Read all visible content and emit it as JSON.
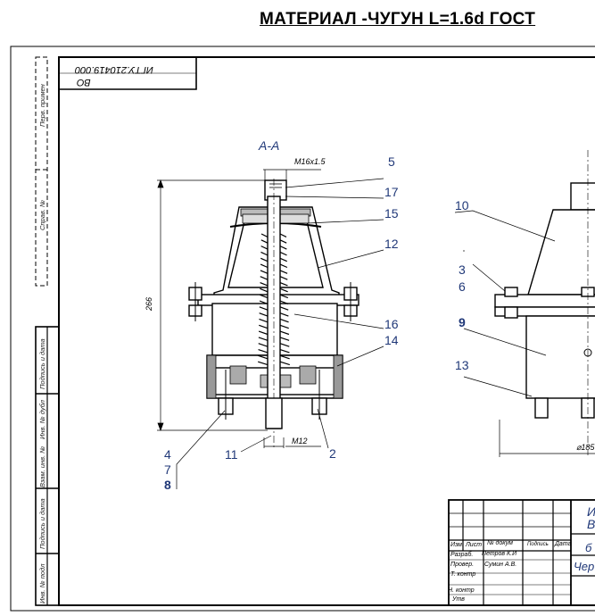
{
  "title": "МАТЕРИАЛ -ЧУГУН  L=1.6d  ГОСТ",
  "doc_code": {
    "code": "ИГТУ.210419.000",
    "sub": "ВО"
  },
  "section_label": "А-А",
  "dimensions": {
    "thread_top": "M16x1.5",
    "height": "266",
    "thread_bottom": "M12",
    "diameter": "⌀185"
  },
  "callouts": {
    "p5": "5",
    "p17": "17",
    "p15": "15",
    "p12": "12",
    "p16": "16",
    "p14": "14",
    "p2": "2",
    "p11": "11",
    "p4": "4",
    "p7": "7",
    "p8": "8",
    "p10": "10",
    "p3": "3",
    "p6": "6",
    "p9": "9",
    "p13": "13"
  },
  "side_strip": {
    "perv": "Перв. примен",
    "sprav": "Справ. №",
    "podp1": "Подпись и дата",
    "inv_dubl": "Инв. № дубл",
    "vzam": "Взам. инв. №",
    "podp2": "Подпись и дата",
    "inv_podl": "Инв. № подл"
  },
  "title_block": {
    "izm": "Изм.",
    "list": "Лист",
    "ndoc": "№ докум",
    "podp": "Подпись",
    "data": "Дата",
    "razrab_label": "Разраб.",
    "razrab_name": "Петров К.И",
    "prov_label": "Провер.",
    "prov_name": "Сумин А.В.",
    "tkontr": "Т. контр",
    "nkontr": "Н. контр",
    "utv": "Утв",
    "right_top": "И\nВ",
    "right_mid": "б",
    "right_bot": "Чер"
  }
}
